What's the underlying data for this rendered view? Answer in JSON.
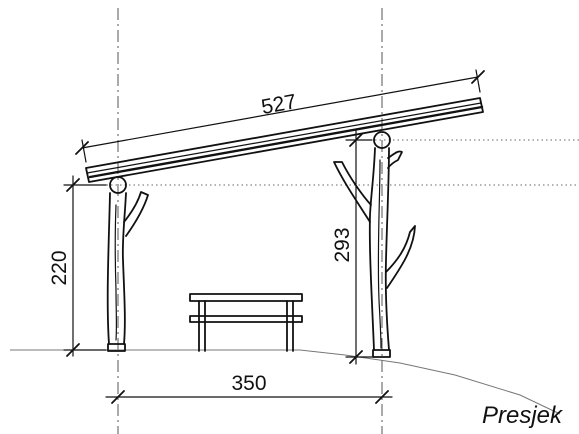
{
  "drawing": {
    "title": "Presjek",
    "dimensions": {
      "roof_length": "527",
      "left_post_height": "220",
      "right_post_height": "293",
      "post_spacing": "350"
    }
  },
  "colors": {
    "line": "#111111",
    "ground": "#777777",
    "background": "#ffffff"
  }
}
